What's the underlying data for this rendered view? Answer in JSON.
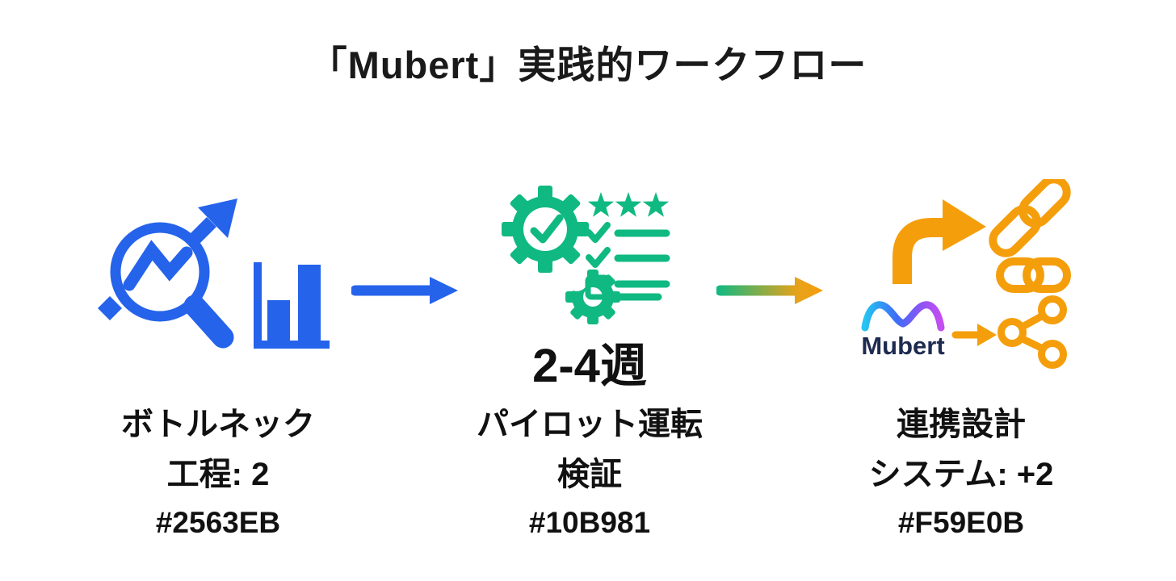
{
  "title": "「Mubert」実践的ワークフロー",
  "stages": [
    {
      "icon": "magnifier-trend-bar-chart-icon",
      "label": "ボトルネック",
      "sublabel": "工程: 2",
      "hex": "#2563EB"
    },
    {
      "icon": "gear-checklist-stars-icon",
      "duration": "2-4週",
      "label": "パイロット運転",
      "sublabel": "検証",
      "hex": "#10B981"
    },
    {
      "icon": "mubert-integration-links-icon",
      "logo_text": "Mubert",
      "label": "連携設計",
      "sublabel": "システム: +2",
      "hex": "#F59E0B"
    }
  ],
  "arrows": [
    {
      "from": "stage-1",
      "to": "stage-2",
      "color": "#2563EB"
    },
    {
      "from": "stage-2",
      "to": "stage-3",
      "gradient_from": "#10B981",
      "gradient_to": "#F59E0B"
    }
  ],
  "colors": {
    "stage1_blue": "#2563EB",
    "stage2_green": "#10B981",
    "stage3_orange": "#F59E0B",
    "mubert_wordmark": "#1D2B50",
    "mubert_wave_gradient": [
      "#25C4F2",
      "#3E6DF5",
      "#8A55F6",
      "#C44DF0"
    ],
    "text": "#111111"
  }
}
